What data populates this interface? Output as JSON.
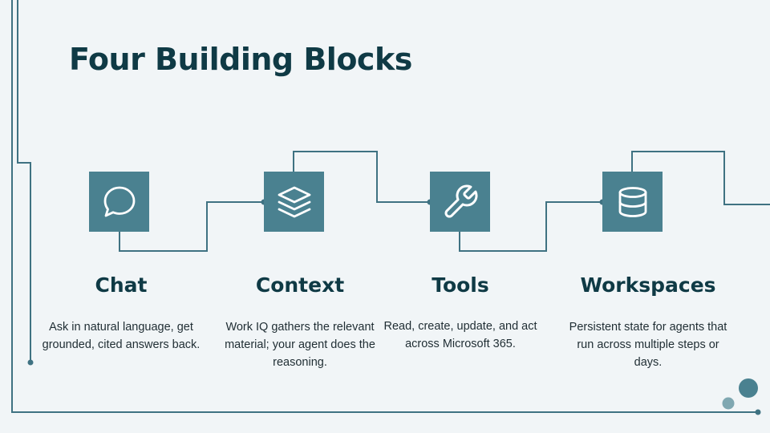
{
  "title": "Four Building Blocks",
  "colors": {
    "background": "#f1f5f7",
    "accent": "#4a8190",
    "line": "#3f7282",
    "heading": "#0f3a45",
    "body_text": "#1f2d33",
    "dot_light": "#7fa7b1"
  },
  "blocks": [
    {
      "icon": "chat-bubble-icon",
      "title": "Chat",
      "description": "Ask in natural language, get grounded, cited answers back."
    },
    {
      "icon": "layers-icon",
      "title": "Context",
      "description": "Work IQ gathers the relevant material; your agent does the reasoning."
    },
    {
      "icon": "wrench-icon",
      "title": "Tools",
      "description": "Read, create, update, and act across Microsoft 365."
    },
    {
      "icon": "database-icon",
      "title": "Workspaces",
      "description": "Persistent state for agents that run across multiple steps or days."
    }
  ]
}
